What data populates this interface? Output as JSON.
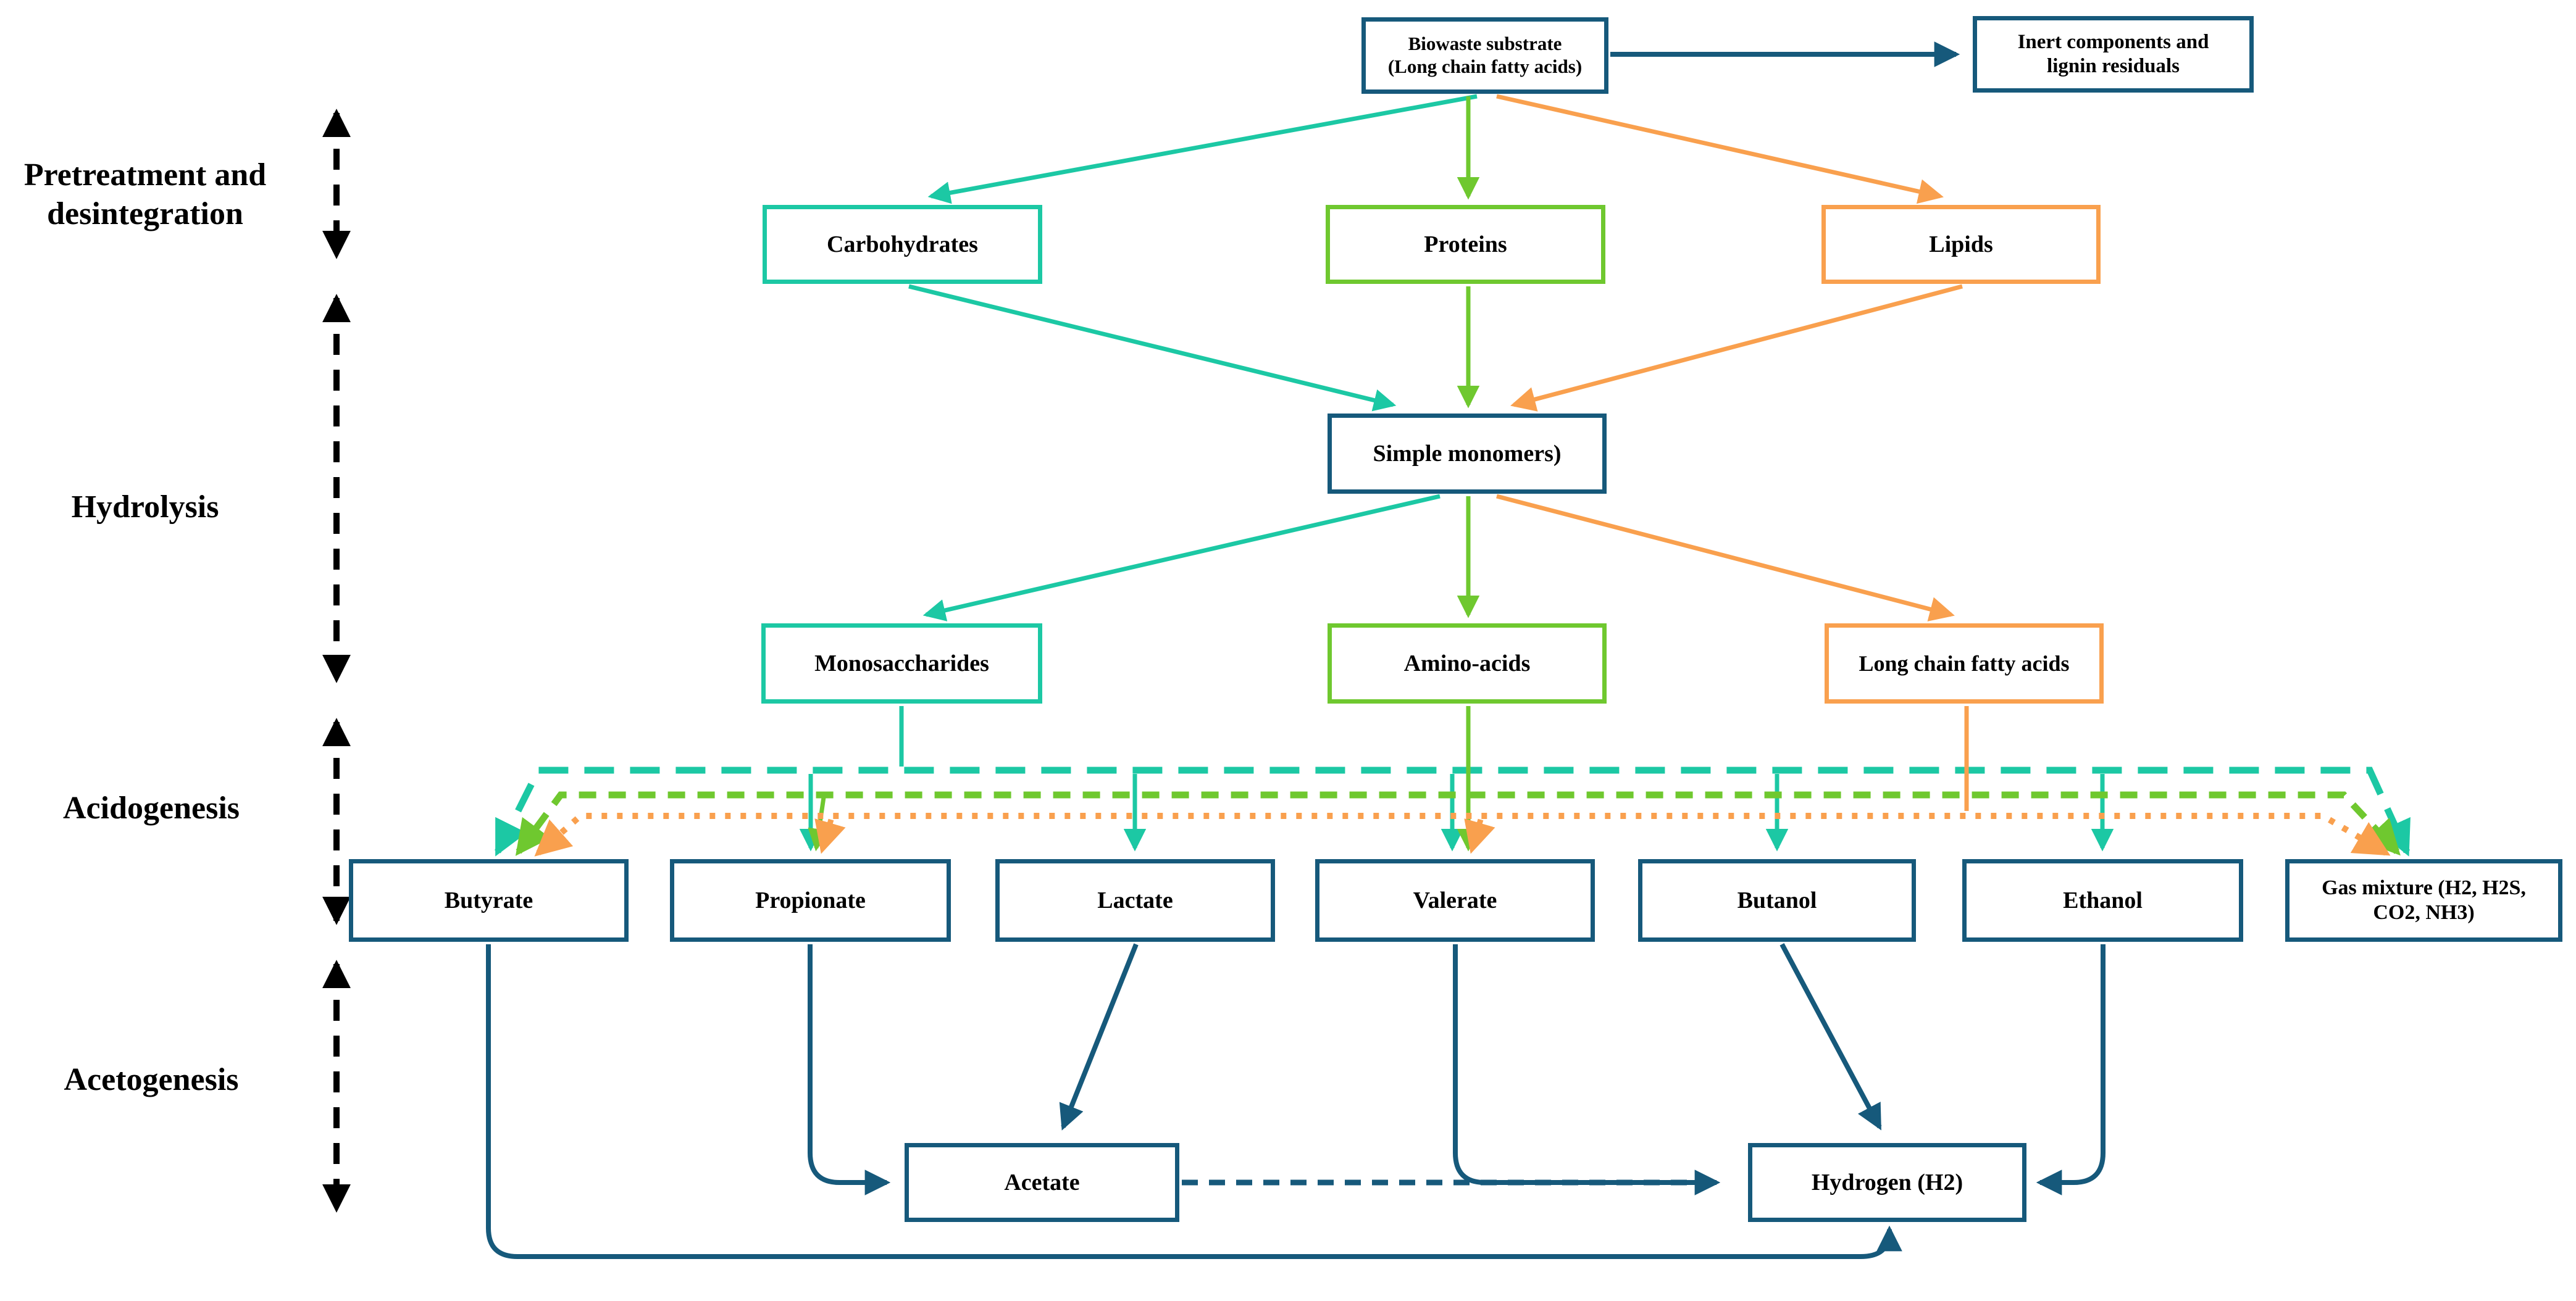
{
  "figure": {
    "type": "flowchart",
    "background": "#ffffff",
    "description": "Anaerobic digestion of biowaste: process stages and intermediate products"
  },
  "colors": {
    "dark_blue": "#16597B",
    "teal": "#1CC8A4",
    "green": "#6FC82F",
    "orange": "#F9A04E",
    "black": "#000000"
  },
  "stages": {
    "pretreatment": {
      "line1": "Pretreatment and",
      "line2": "desintegration"
    },
    "hydrolysis": {
      "label": "Hydrolysis"
    },
    "acidogenesis": {
      "label": "Acidogenesis"
    },
    "acetogenesis": {
      "label": "Acetogenesis"
    }
  },
  "boxes": {
    "biowaste": {
      "line1": "Biowaste substrate",
      "line2": "(Long chain fatty acids)",
      "border_color": "#16597B"
    },
    "inert": {
      "line1": "Inert components and",
      "line2": "lignin residuals",
      "border_color": "#16597B"
    },
    "carbohydrates": {
      "label": "Carbohydrates",
      "border_color": "#1CC8A4"
    },
    "proteins": {
      "label": "Proteins",
      "border_color": "#6FC82F"
    },
    "lipids": {
      "label": "Lipids",
      "border_color": "#F9A04E"
    },
    "monomers": {
      "label": "Simple monomers)",
      "border_color": "#16597B"
    },
    "monosaccharides": {
      "label": "Monosaccharides",
      "border_color": "#1CC8A4"
    },
    "amino_acids": {
      "label": "Amino-acids",
      "border_color": "#6FC82F"
    },
    "lcfa": {
      "label": "Long chain fatty acids",
      "border_color": "#F9A04E"
    },
    "butyrate": {
      "label": "Butyrate",
      "border_color": "#16597B"
    },
    "propionate": {
      "label": "Propionate",
      "border_color": "#16597B"
    },
    "lactate": {
      "label": "Lactate",
      "border_color": "#16597B"
    },
    "valerate": {
      "label": "Valerate",
      "border_color": "#16597B"
    },
    "butanol": {
      "label": "Butanol",
      "border_color": "#16597B"
    },
    "ethanol": {
      "label": "Ethanol",
      "border_color": "#16597B"
    },
    "gas_mixture": {
      "line1": "Gas mixture (H2, H2S,",
      "line2": "CO2, NH3)",
      "border_color": "#16597B"
    },
    "acetate": {
      "label": "Acetate",
      "border_color": "#16597B"
    },
    "hydrogen": {
      "label": "Hydrogen (H2)",
      "border_color": "#16597B"
    }
  }
}
